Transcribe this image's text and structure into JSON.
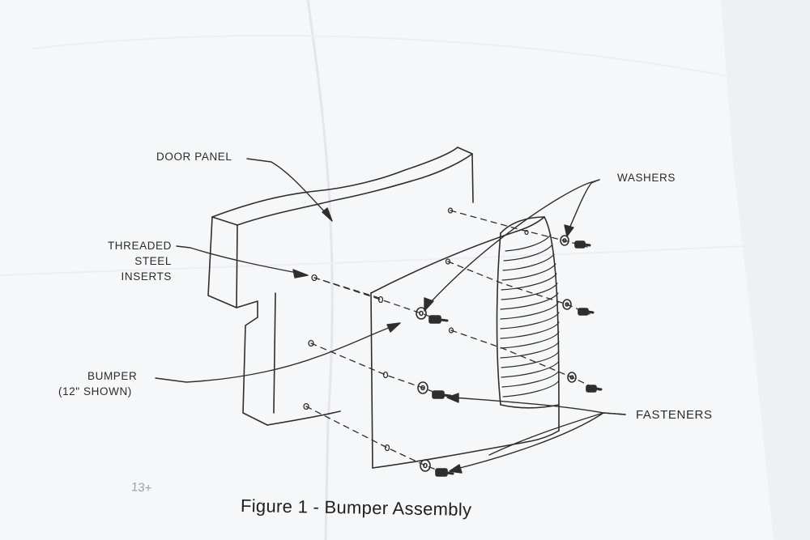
{
  "labels": {
    "door_panel": "DOOR PANEL",
    "threaded": [
      "THREADED",
      "STEEL",
      "INSERTS"
    ],
    "bumper": [
      "BUMPER",
      "(12\" SHOWN)"
    ],
    "washers": "WASHERS",
    "fasteners": "FASTENERS"
  },
  "caption": "Figure 1 - Bumper Assembly",
  "stray_mark": "13+",
  "colors": {
    "paper": "#f7f8f9",
    "ink": "#2b2b2b",
    "background": "#e9ecef"
  }
}
